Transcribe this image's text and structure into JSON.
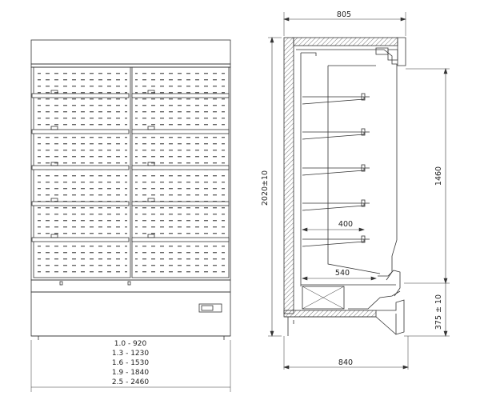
{
  "front_view": {
    "length_options": [
      "1.0 - 920",
      "1.3 - 1230",
      "1.6 - 1530",
      "1.9 - 1840",
      "2.5 - 2460"
    ]
  },
  "side_view": {
    "dim_top_width": "805",
    "dim_total_height": "2020±10",
    "dim_upper_height": "1460",
    "dim_shelf_depth": "400",
    "dim_base_depth": "540",
    "dim_base_height": "375 ± 10",
    "dim_bottom_width": "840"
  }
}
